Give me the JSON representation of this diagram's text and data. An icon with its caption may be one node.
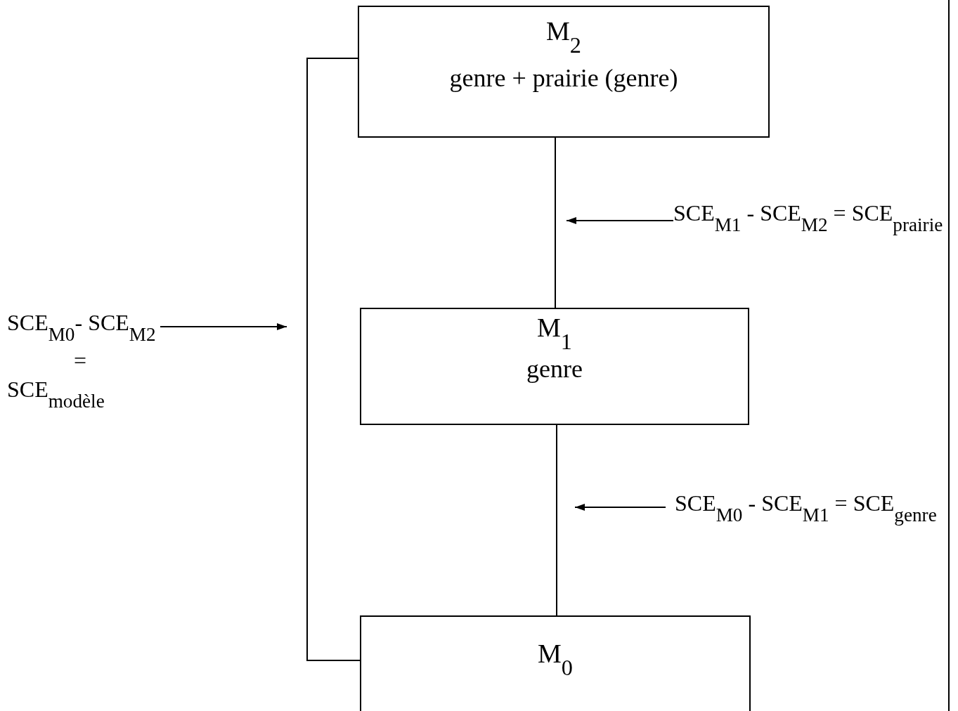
{
  "diagram": {
    "nodes": [
      {
        "text": [
          "M$_{2}$",
          "genre + prairie (genre)"
        ]
      },
      {
        "text": [
          "M$_{1}$",
          "genre"
        ]
      },
      {
        "text": [
          "M$_{0}$"
        ]
      },
      {
        "text": [
          "SCE$_{M1}$ - SCE$_{M2}$ = SCE$_{prairie}$"
        ]
      },
      {
        "text": [
          "SCE$_{M0}$ - SCE$_{M1}$ = SCE$_{genre}$"
        ]
      },
      {
        "text": [
          "SCE$_{M0}$- SCE$_{M2}$",
          "=",
          "SCE$_{modèle}$"
        ]
      }
    ],
    "edges": [
      {
        "from": 0,
        "to": 1,
        "arrow": "none"
      },
      {
        "from": 1,
        "to": 2,
        "arrow": "none"
      },
      {
        "from": 0,
        "to": 2,
        "arrow": "none"
      },
      {
        "from": 3,
        "to": null,
        "arrow": "to"
      },
      {
        "from": 4,
        "to": null,
        "arrow": "to"
      },
      {
        "from": 5,
        "to": null,
        "arrow": "to"
      }
    ]
  }
}
